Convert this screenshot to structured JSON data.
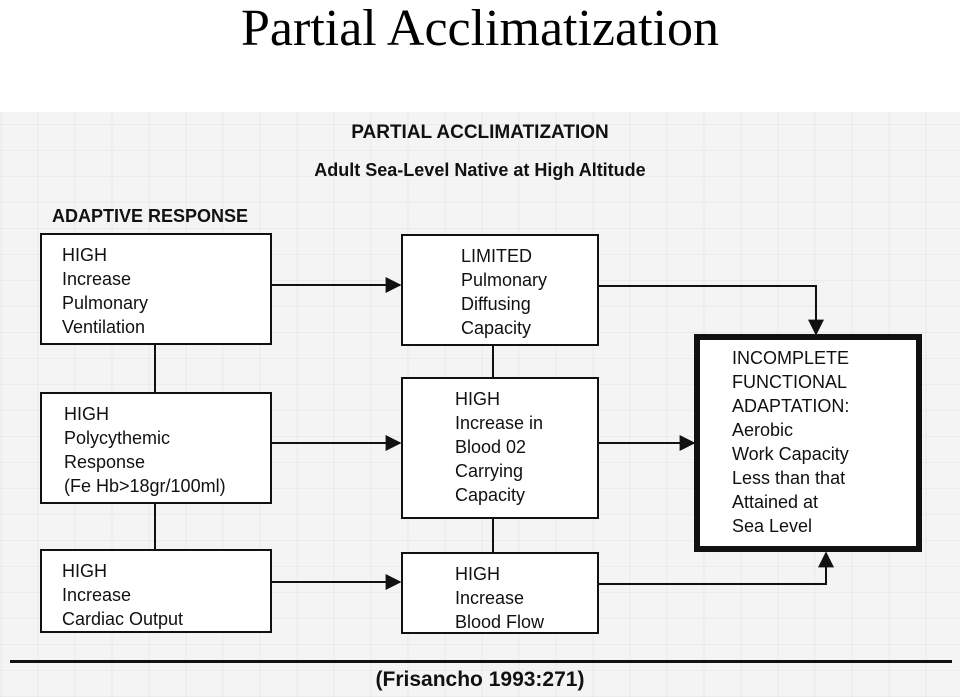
{
  "slide": {
    "title": "Partial Acclimatization"
  },
  "figure": {
    "title": "PARTIAL ACCLIMATIZATION",
    "subtitle": "Adult Sea-Level Native at High Altitude",
    "column_heading": "ADAPTIVE RESPONSE",
    "boxes": {
      "pulmonary_ventilation": "HIGH\nIncrease\nPulmonary\nVentilation",
      "diffusing_capacity": "LIMITED\nPulmonary\nDiffusing\nCapacity",
      "polycythemic": "HIGH\nPolycythemic\nResponse\n(Fe Hb>18gr/100ml)",
      "blood_o2_capacity": "HIGH\nIncrease in\nBlood 02\nCarrying\nCapacity",
      "cardiac_output": "HIGH\nIncrease\nCardiac Output",
      "blood_flow": "HIGH\nIncrease\nBlood Flow",
      "outcome": "INCOMPLETE\nFUNCTIONAL\nADAPTATION:\nAerobic\nWork Capacity\nLess than that\nAttained at\nSea Level"
    },
    "citation": "(Frisancho 1993:271)"
  }
}
